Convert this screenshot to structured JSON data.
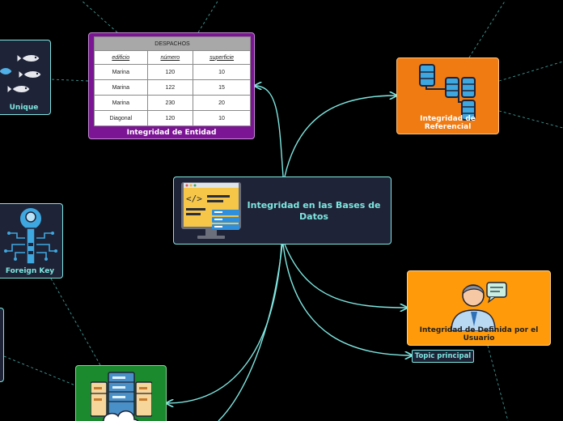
{
  "central": {
    "title": "Integridad en las Bases de Datos"
  },
  "entidad": {
    "label": "Integridad de Entidad",
    "table": {
      "caption": "DESPACHOS",
      "columns": [
        "edificio",
        "número",
        "superficie"
      ],
      "rows": [
        [
          "Marina",
          "120",
          "10"
        ],
        [
          "Marina",
          "122",
          "15"
        ],
        [
          "Marina",
          "230",
          "20"
        ],
        [
          "Diagonal",
          "120",
          "10"
        ]
      ]
    }
  },
  "referencial": {
    "label": "Integridad de Referencial"
  },
  "usuario": {
    "label": "Integridad de Definida por el Usuario"
  },
  "topic": {
    "label": "Topic principal"
  },
  "unique": {
    "label": "Unique"
  },
  "foreign": {
    "label": "Foreign Key"
  },
  "colors": {
    "background": "#000000",
    "link": "#7ee6e0",
    "node_dark": "#1e2337",
    "entidad": "#7b1594",
    "referencial": "#ef7b12",
    "usuario": "#ff9a0a",
    "green": "#1b8a2e"
  }
}
